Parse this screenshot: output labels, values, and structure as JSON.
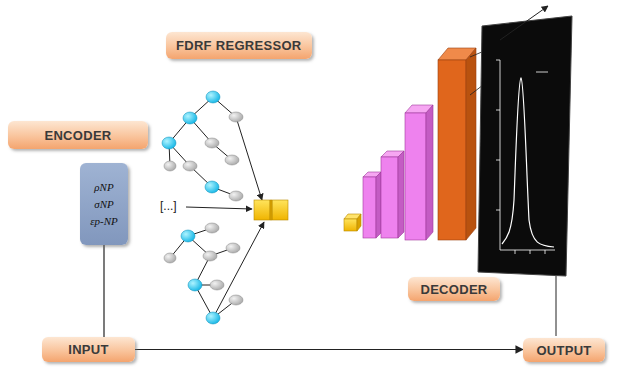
{
  "diagram": {
    "nodes": [
      {
        "text": [
          "FDRF REGRESSOR"
        ]
      },
      {
        "text": [
          "ENCODER"
        ]
      },
      {
        "text": [
          "ρNP",
          "σNP",
          "εp-NP"
        ]
      },
      {
        "text": [
          "DECODER"
        ]
      },
      {
        "text": [
          "INPUT"
        ]
      },
      {
        "text": [
          "OUTPUT"
        ]
      }
    ],
    "edges": [
      {
        "from": 2,
        "to": 4,
        "arrow": "none"
      },
      {
        "from": 4,
        "to": 5,
        "arrow": "to"
      }
    ],
    "labels": [
      "[...]"
    ]
  }
}
